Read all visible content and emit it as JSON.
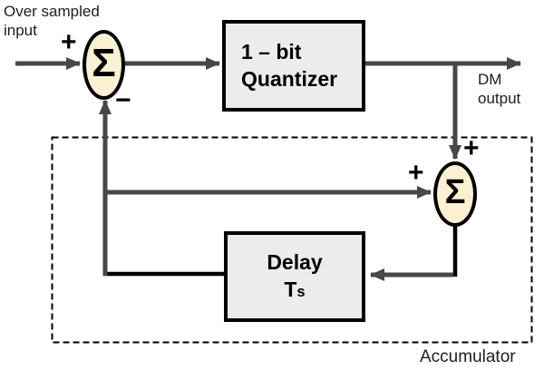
{
  "colors": {
    "wire_gray": "#474747",
    "wire_black": "#000000",
    "summer_fill": "#FBF1D2",
    "block_fill": "#ECECEC",
    "background": "#FFFFFF"
  },
  "labels": {
    "input": {
      "line1": "Over sampled",
      "line2": "input"
    },
    "output": {
      "line1": "DM",
      "line2": "output"
    },
    "accumulator": "Accumulator"
  },
  "blocks": {
    "quantizer": {
      "line1": "1 – bit",
      "line2": "Quantizer"
    },
    "delay": {
      "line1": "Delay",
      "symbol_main": "T",
      "symbol_sub": "s"
    }
  },
  "summers": {
    "input_summer": {
      "symbol": "Σ",
      "sign_plus": "+",
      "sign_minus": "−"
    },
    "accumulator_summer": {
      "symbol": "Σ",
      "sign_top": "+",
      "sign_left": "+"
    }
  }
}
